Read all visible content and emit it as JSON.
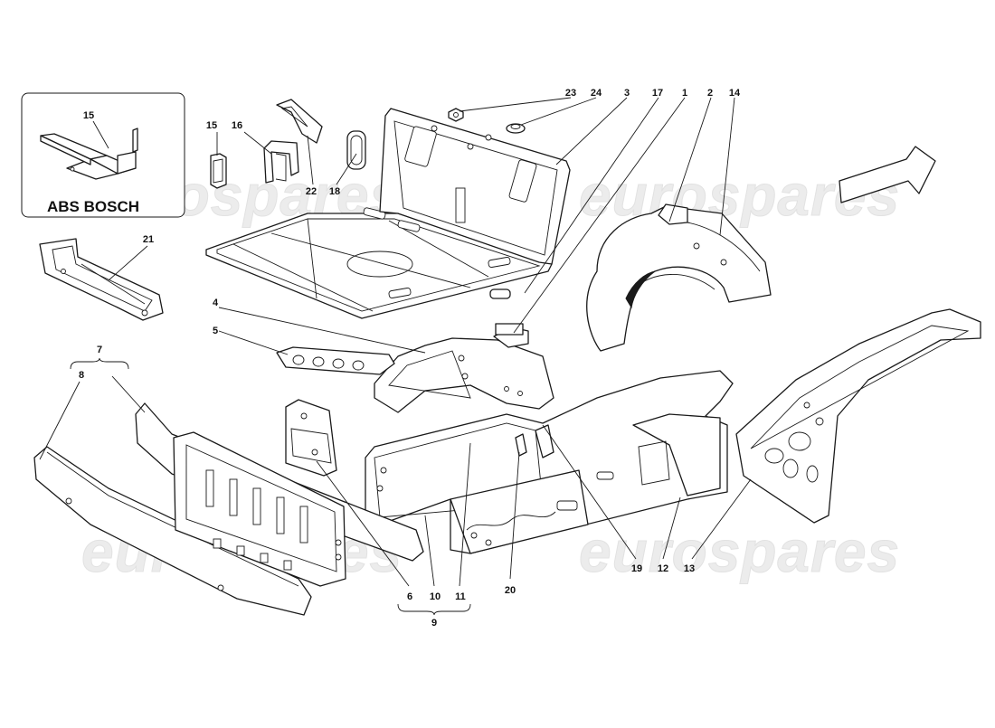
{
  "watermark": "eurospares",
  "inset": {
    "title": "ABS BOSCH",
    "part": "15"
  },
  "callouts": {
    "c1": "1",
    "c2": "2",
    "c3": "3",
    "c4": "4",
    "c5": "5",
    "c6": "6",
    "c7": "7",
    "c8": "8",
    "c9": "9",
    "c10": "10",
    "c11": "11",
    "c12": "12",
    "c13": "13",
    "c14": "14",
    "c15": "15",
    "c16": "16",
    "c17": "17",
    "c18": "18",
    "c19": "19",
    "c20": "20",
    "c21": "21",
    "c22": "22",
    "c23": "23",
    "c24": "24"
  },
  "direction_arrow": "front-direction-arrow-icon"
}
